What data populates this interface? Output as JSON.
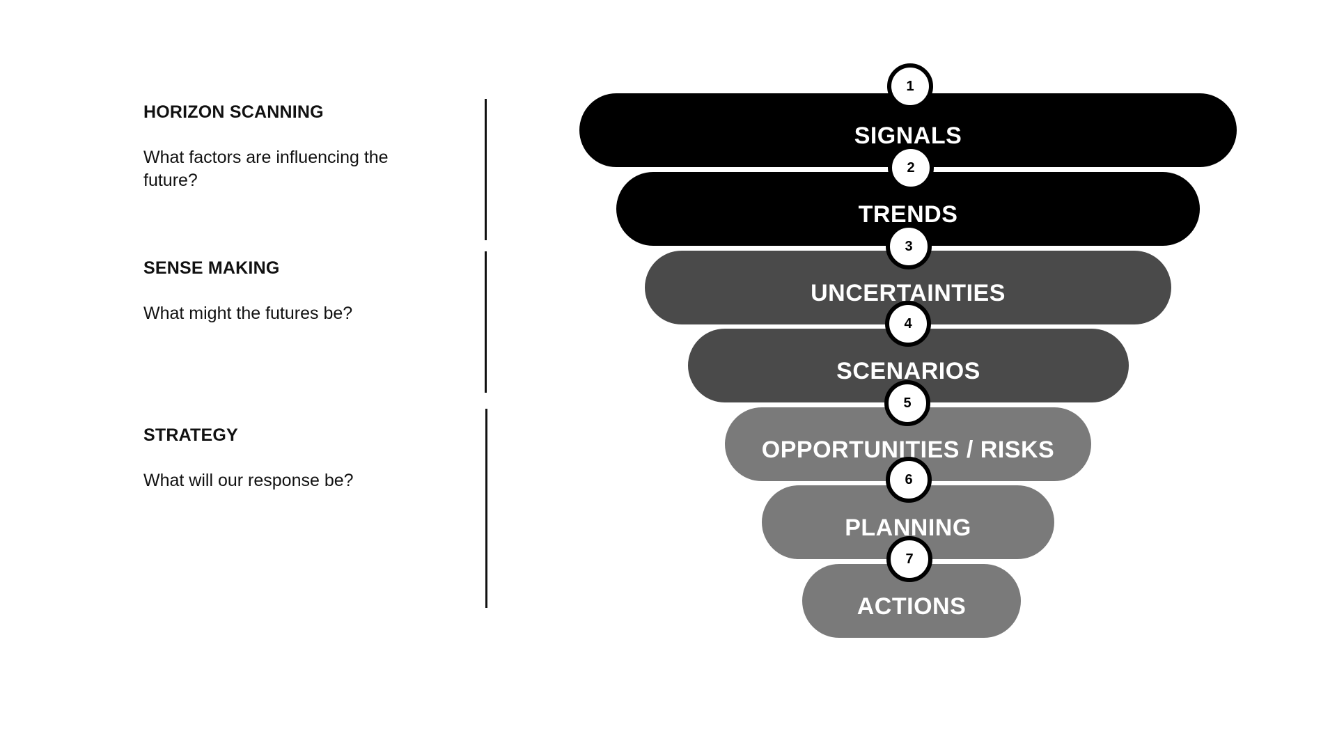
{
  "sections": [
    {
      "heading": "HORIZON SCANNING",
      "question": "What factors are influencing the future?"
    },
    {
      "heading": "SENSE MAKING",
      "question": "What might the futures be?"
    },
    {
      "heading": "STRATEGY",
      "question": "What will our response be?"
    }
  ],
  "stages": [
    {
      "number": "1",
      "label": "SIGNALS",
      "color": "#000000"
    },
    {
      "number": "2",
      "label": "TRENDS",
      "color": "#000000"
    },
    {
      "number": "3",
      "label": "UNCERTAINTIES",
      "color": "#4a4a4a"
    },
    {
      "number": "4",
      "label": "SCENARIOS",
      "color": "#4a4a4a"
    },
    {
      "number": "5",
      "label": "OPPORTUNITIES / RISKS",
      "color": "#7a7a7a"
    },
    {
      "number": "6",
      "label": "PLANNING",
      "color": "#7a7a7a"
    },
    {
      "number": "7",
      "label": "ACTIONS",
      "color": "#7a7a7a"
    }
  ]
}
